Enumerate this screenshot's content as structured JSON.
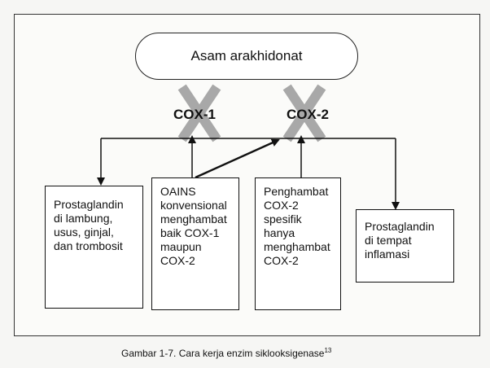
{
  "diagram": {
    "top_node": "Asam arakhidonat",
    "enzymes": {
      "cox1": "COX-1",
      "cox2": "COX-2"
    },
    "boxes": {
      "prostaglandin_gi": "Prostaglandin\ndi lambung,\nusus, ginjal,\ndan trombosit",
      "oains": "OAINS\nkonvensional\nmenghambat\nbaik COX-1\nmaupun\nCOX-2",
      "cox2_inhibitor": "Penghambat\nCOX-2\nspesifik\nhanya\nmenghambat\nCOX-2",
      "prostaglandin_inflam": "Prostaglandin\ndi tempat\ninflamasi"
    },
    "caption": "Gambar 1-7. Cara kerja enzim siklooksigenase",
    "caption_ref": "13"
  },
  "colors": {
    "x_mark": "#9a9a9a",
    "line": "#111111"
  }
}
